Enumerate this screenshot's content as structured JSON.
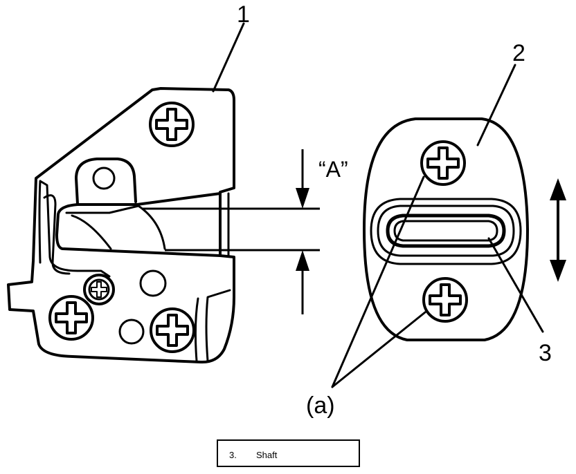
{
  "callouts": {
    "latch": "1",
    "striker": "2",
    "shaft": "3",
    "screws": "(a)",
    "gap": "“A”"
  },
  "legend": {
    "number": "3.",
    "label": "Shaft"
  },
  "colors": {
    "line": "#000000",
    "background": "#ffffff"
  }
}
